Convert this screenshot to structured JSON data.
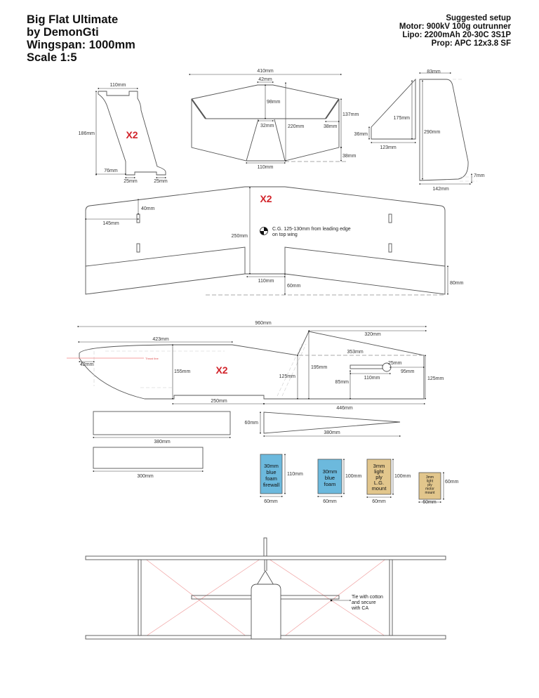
{
  "title": {
    "lines": [
      "Big Flat Ultimate",
      "by DemonGti",
      "Wingspan: 1000mm",
      "Scale  1:5"
    ]
  },
  "setup": {
    "lines": [
      "Suggested setup",
      "Motor: 900kV 100g outrunner",
      "Lipo: 2200mAh 20-30C 3S1P",
      "Prop: APC 12x3.8 SF"
    ]
  },
  "cabane": {
    "count": "X2",
    "dims": {
      "top": "110mm",
      "height": "186mm",
      "bottom": "76mm",
      "tab1": "25mm",
      "tab2": "25mm"
    }
  },
  "stabilizer": {
    "dims": {
      "span": "410mm",
      "tip": "42mm",
      "center_depth": "98mm",
      "slot": "32mm",
      "chord": "220mm",
      "tip_height": "137mm",
      "elevator": "38mm",
      "tip_bottom": "38mm",
      "root": "110mm"
    }
  },
  "fin_small": {
    "dims": {
      "height": "175mm",
      "front": "36mm",
      "base": "123mm"
    }
  },
  "rudder": {
    "dims": {
      "top": "83mm",
      "height": "290mm",
      "bottom": "142mm",
      "offset": "7mm"
    }
  },
  "wing": {
    "count": "X2",
    "dims": {
      "slot_depth": "40mm",
      "slot_pos": "145mm",
      "chord": "250mm",
      "cutout": "110mm",
      "cutout_depth": "60mm",
      "aileron": "80mm"
    },
    "cg_note": [
      "C.G. 125-130mm from leading edge",
      "on top wing"
    ]
  },
  "fuselage": {
    "count": "X2",
    "thrust_line": "Thrust line",
    "dims": {
      "length": "960mm",
      "fin_top": "320mm",
      "front": "423mm",
      "thrust": "42mm",
      "depth": "155mm",
      "x2": "",
      "tail_le": "125mm",
      "fin_height": "195mm",
      "tail_len": "353mm",
      "slot_r": "25mm",
      "slot_end": "95mm",
      "slot_len": "110mm",
      "slot_h": "85mm",
      "tail_h": "125mm",
      "lg_slot": "250mm",
      "rear": "446mm"
    }
  },
  "parts": {
    "strip1": "380mm",
    "strip1_h": "60mm",
    "wedge": "380mm",
    "strip2": "300mm",
    "blocks": [
      {
        "lines": [
          "30mm",
          "blue",
          "foam",
          "firewall"
        ],
        "h": "110mm",
        "w": "60mm",
        "color": "#6cb9dd"
      },
      {
        "lines": [
          "30mm",
          "blue",
          "foam"
        ],
        "h": "100mm",
        "w": "60mm",
        "color": "#6cb9dd"
      },
      {
        "lines": [
          "3mm",
          "light",
          "ply",
          "L.G.",
          "mount"
        ],
        "h": "100mm",
        "w": "60mm",
        "color": "#e2c68c"
      },
      {
        "lines": [
          "3mm",
          "light",
          "ply",
          "motor",
          "mount"
        ],
        "h": "60mm",
        "w": "60mm",
        "color": "#e2c68c"
      }
    ]
  },
  "front_view": {
    "note": [
      "Tie with cotton",
      "and secure",
      "with CA"
    ]
  }
}
